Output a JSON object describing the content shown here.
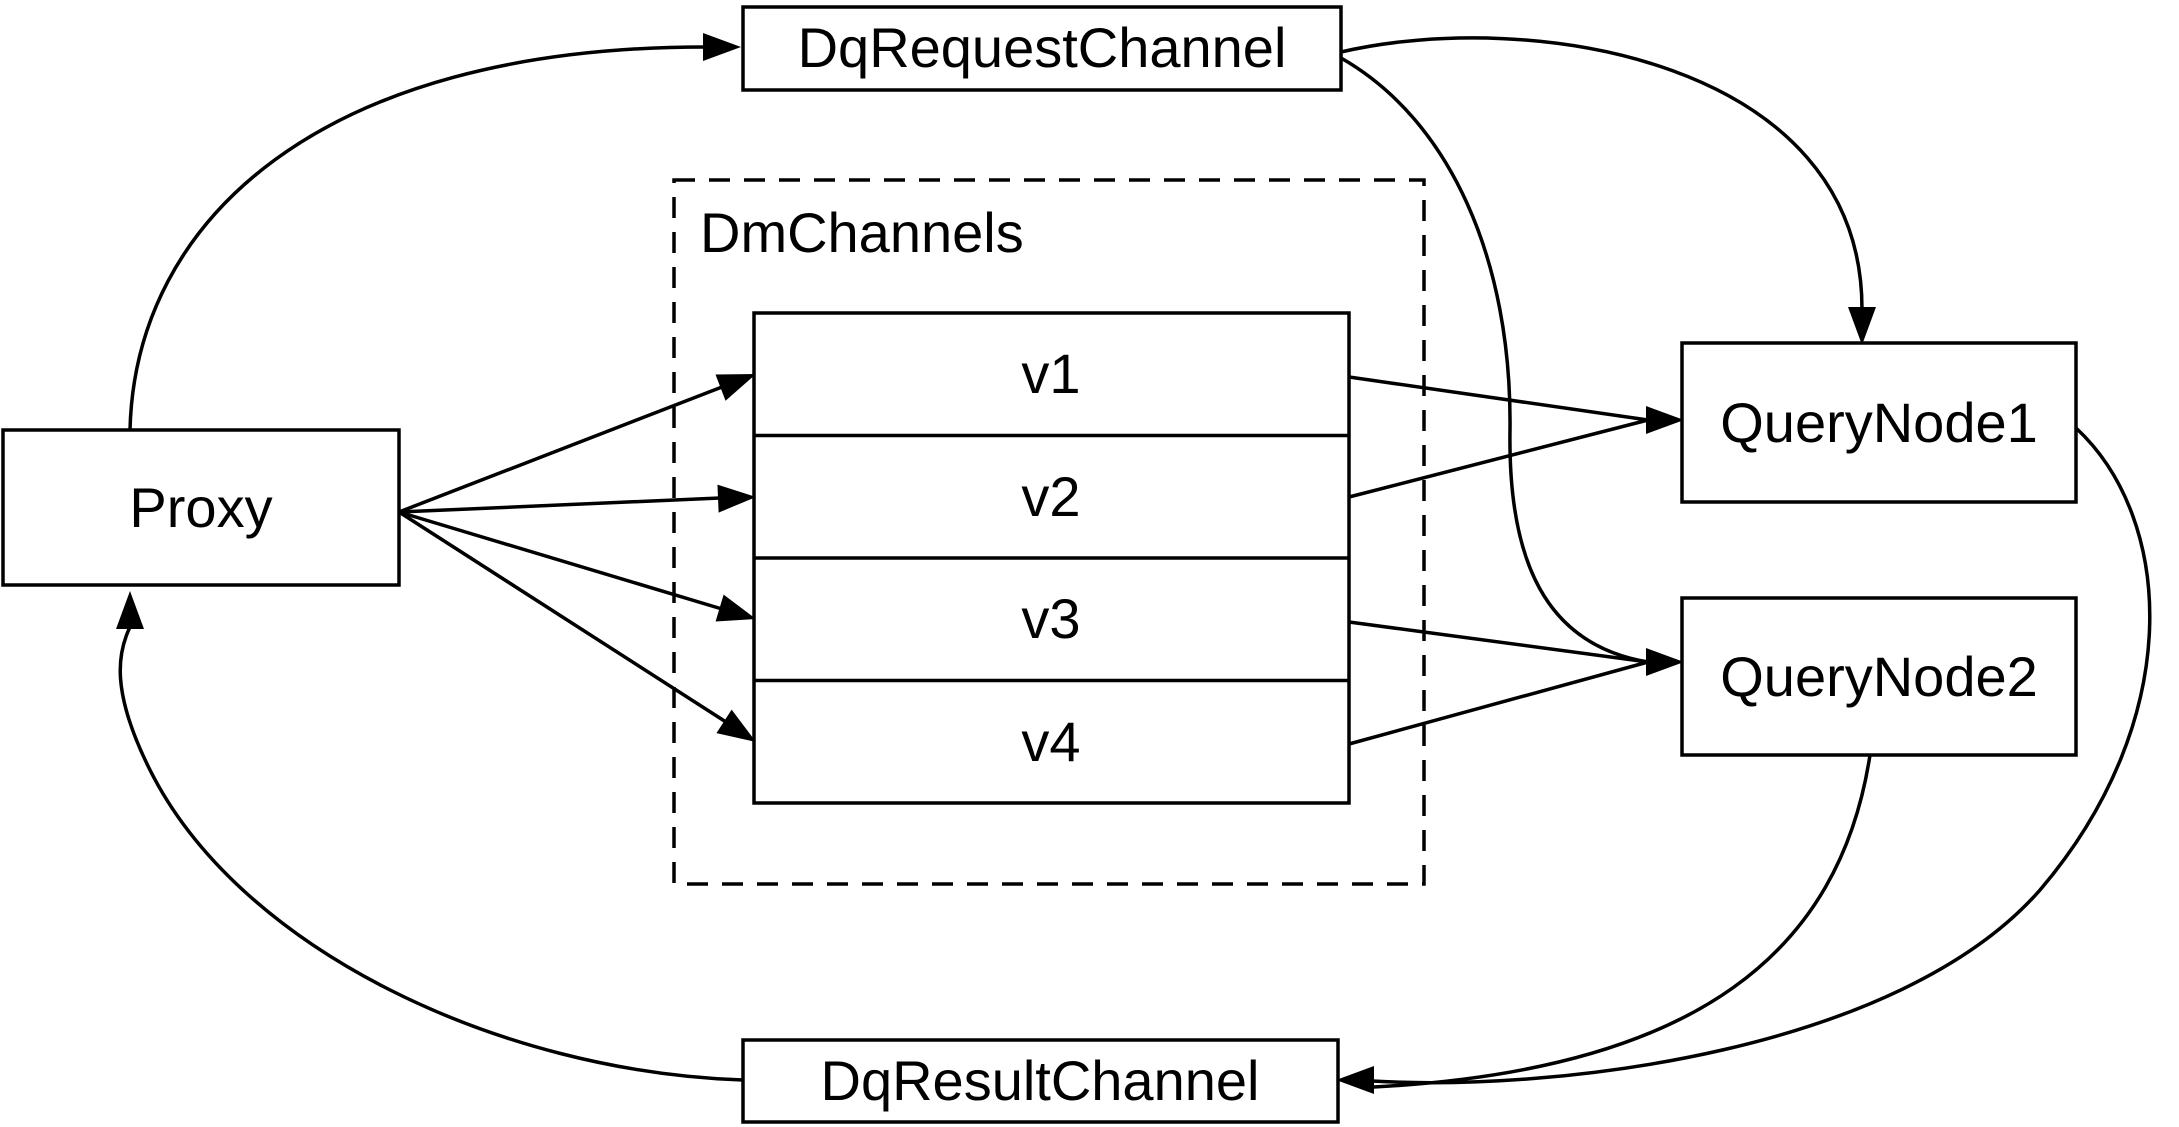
{
  "diagram": {
    "background_color": "#ffffff",
    "stroke_color": "#000000",
    "nodes": {
      "proxy": {
        "label": "Proxy"
      },
      "dq_request_channel": {
        "label": "DqRequestChannel"
      },
      "dm_channels_group": {
        "label": "DmChannels"
      },
      "channels": [
        {
          "label": "v1"
        },
        {
          "label": "v2"
        },
        {
          "label": "v3"
        },
        {
          "label": "v4"
        }
      ],
      "query_node_1": {
        "label": "QueryNode1"
      },
      "query_node_2": {
        "label": "QueryNode2"
      },
      "dq_result_channel": {
        "label": "DqResultChannel"
      }
    },
    "edges": [
      {
        "from": "Proxy",
        "to": "DqRequestChannel"
      },
      {
        "from": "DqRequestChannel",
        "to": "QueryNode1"
      },
      {
        "from": "DqRequestChannel",
        "to": "QueryNode2"
      },
      {
        "from": "Proxy",
        "to": "v1"
      },
      {
        "from": "Proxy",
        "to": "v2"
      },
      {
        "from": "Proxy",
        "to": "v3"
      },
      {
        "from": "Proxy",
        "to": "v4"
      },
      {
        "from": "v1",
        "to": "QueryNode1"
      },
      {
        "from": "v2",
        "to": "QueryNode1"
      },
      {
        "from": "v3",
        "to": "QueryNode2"
      },
      {
        "from": "v4",
        "to": "QueryNode2"
      },
      {
        "from": "QueryNode1",
        "to": "DqResultChannel"
      },
      {
        "from": "QueryNode2",
        "to": "DqResultChannel"
      },
      {
        "from": "DqResultChannel",
        "to": "Proxy"
      }
    ]
  }
}
